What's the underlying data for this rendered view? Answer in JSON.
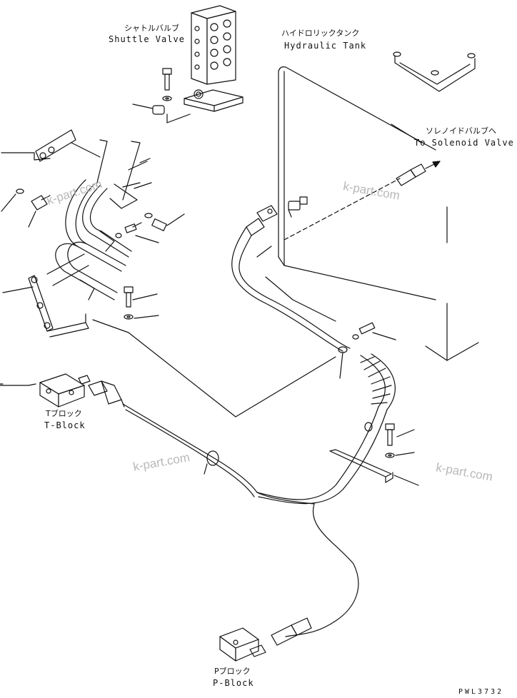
{
  "labels": {
    "shuttle_valve_jp": "シャトルバルブ",
    "shuttle_valve_en": "Shuttle Valve",
    "hydraulic_tank_jp": "ハイドロリックタンク",
    "hydraulic_tank_en": "Hydraulic Tank",
    "solenoid_jp": "ソレノイドバルブへ",
    "solenoid_en": "To Solenoid Valve",
    "t_block_jp": "Tブロック",
    "t_block_en": "T-Block",
    "p_block_jp": "Pブロック",
    "p_block_en": "P-Block"
  },
  "watermark": "k-part.com",
  "drawing_code": "PWL3732"
}
